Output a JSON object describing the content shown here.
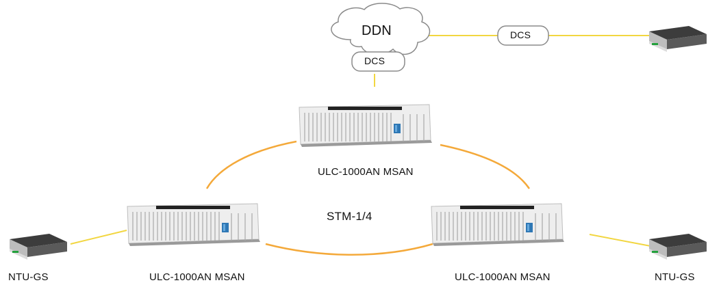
{
  "nodes": {
    "cloud_label": "DDN",
    "cloud_dcs_label": "DCS",
    "link_dcs_label": "DCS",
    "msan_top_label": "ULC-1000AN MSAN",
    "msan_left_label": "ULC-1000AN MSAN",
    "msan_right_label": "ULC-1000AN MSAN",
    "ring_label": "STM-1/4",
    "ntu_left_label": "NTU-GS",
    "ntu_right_label": "NTU-GS"
  },
  "colors": {
    "ring": "#f4a93a",
    "link": "#f2d640",
    "device_dark": "#3a3a3a",
    "device_light": "#d9d9d9",
    "cloud_stroke": "#8a8a8a"
  }
}
